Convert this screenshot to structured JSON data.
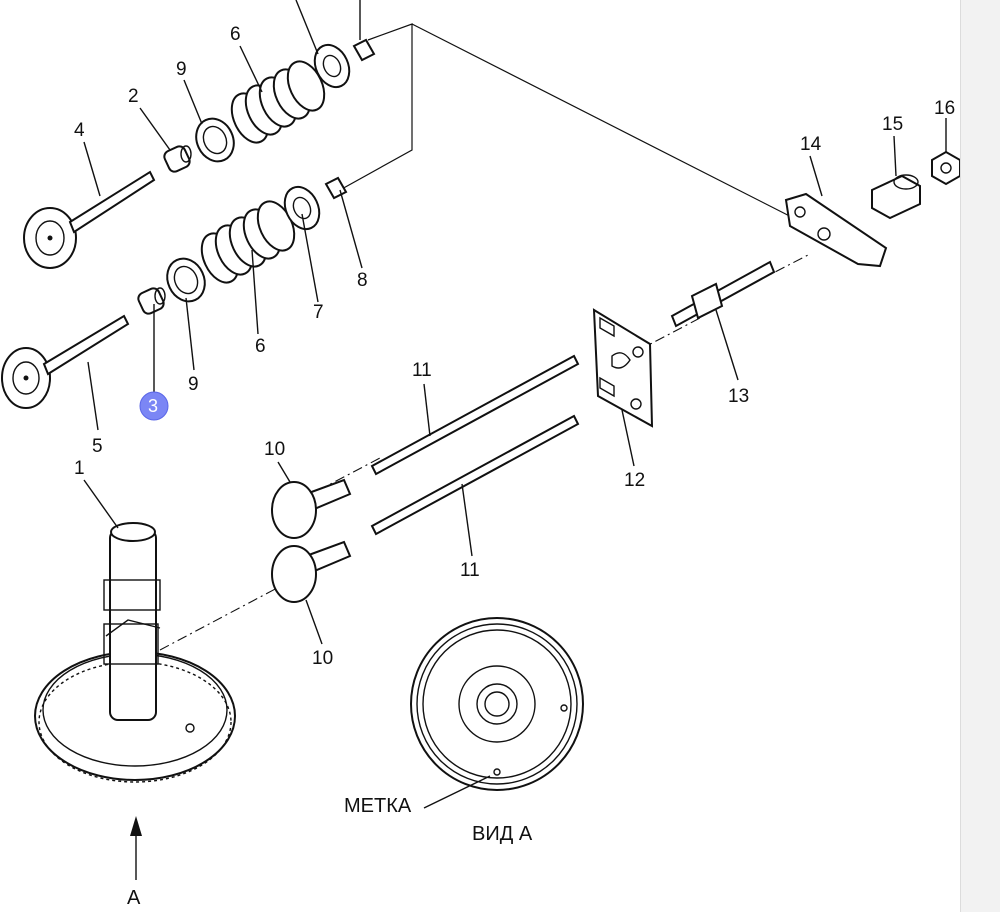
{
  "diagram": {
    "callouts": {
      "c1": "1",
      "c2": "2",
      "c3_highlighted": "3",
      "c4": "4",
      "c5": "5",
      "c6_top": "6",
      "c6_bottom": "6",
      "c7": "7",
      "c8": "8",
      "c9_top": "9",
      "c9_bottom": "9",
      "c10_top": "10",
      "c10_bottom": "10",
      "c11_top": "11",
      "c11_bottom": "11",
      "c12": "12",
      "c13": "13",
      "c14": "14",
      "c15": "15",
      "c16": "16"
    },
    "mark_label": "МЕТКА",
    "view_label": "ВИД А",
    "view_arrow_label": "A",
    "colors": {
      "highlight": "#7b86f5",
      "line": "#111111"
    }
  }
}
